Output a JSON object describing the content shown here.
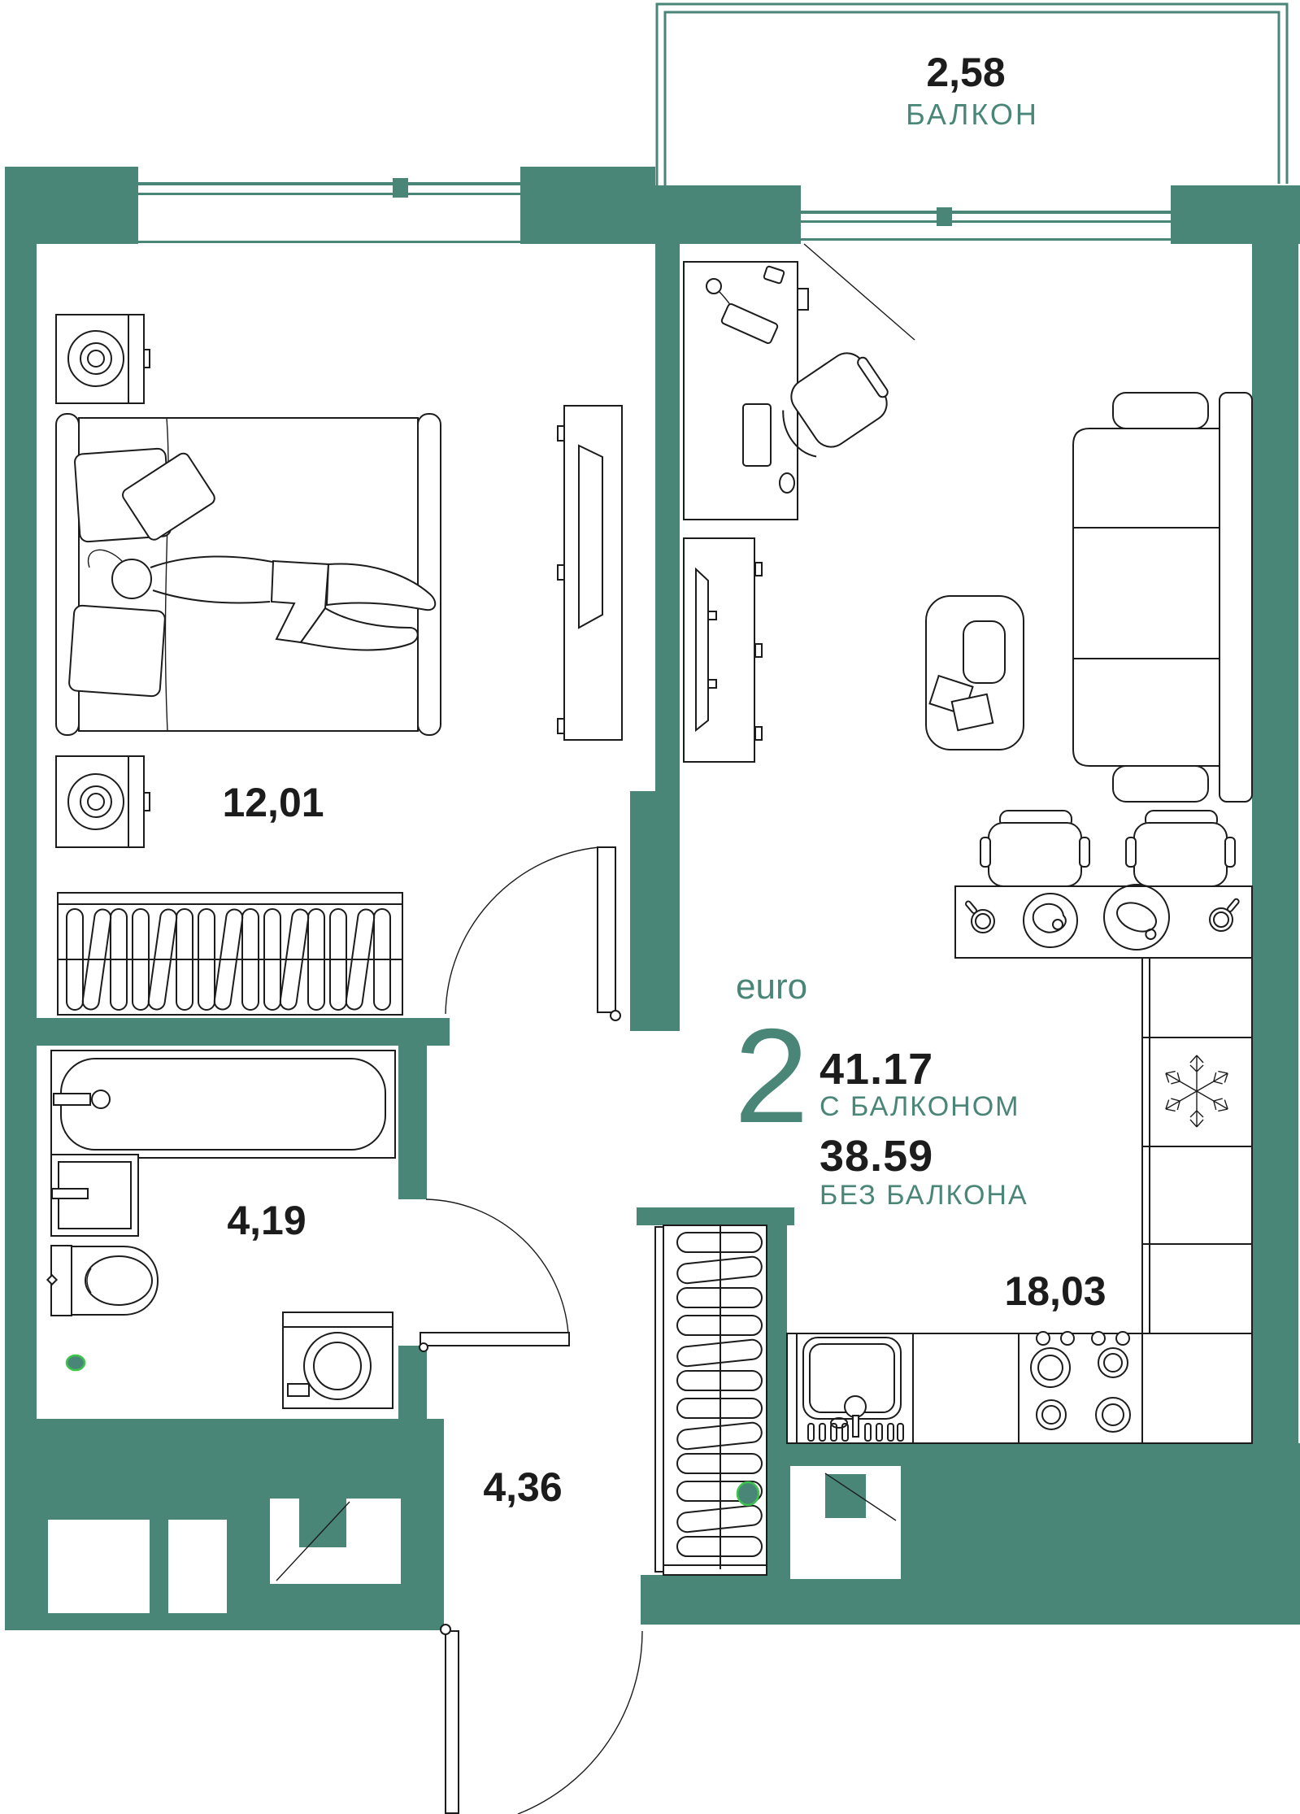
{
  "colors": {
    "wall": "#4A8678",
    "accent_text": "#4A8678",
    "label_text": "#1C1C1C",
    "dot_fill": "#4A8678",
    "dot_stroke": "#3DC44D",
    "background": "#FFFFFF"
  },
  "legend": {
    "type_label": "euro",
    "rooms_count": "2",
    "area_with_balcony": "41.17",
    "with_balcony_label": "С БАЛКОНОМ",
    "area_without_balcony": "38.59",
    "without_balcony_label": "БЕЗ БАЛКОНА"
  },
  "balcony": {
    "area": "2,58",
    "label": "БАЛКОН"
  },
  "rooms": [
    {
      "name": "bedroom",
      "area": "12,01"
    },
    {
      "name": "bathroom",
      "area": "4,19"
    },
    {
      "name": "hallway",
      "area": "4,36"
    },
    {
      "name": "kitchen-living-room",
      "area": "18,03"
    }
  ]
}
